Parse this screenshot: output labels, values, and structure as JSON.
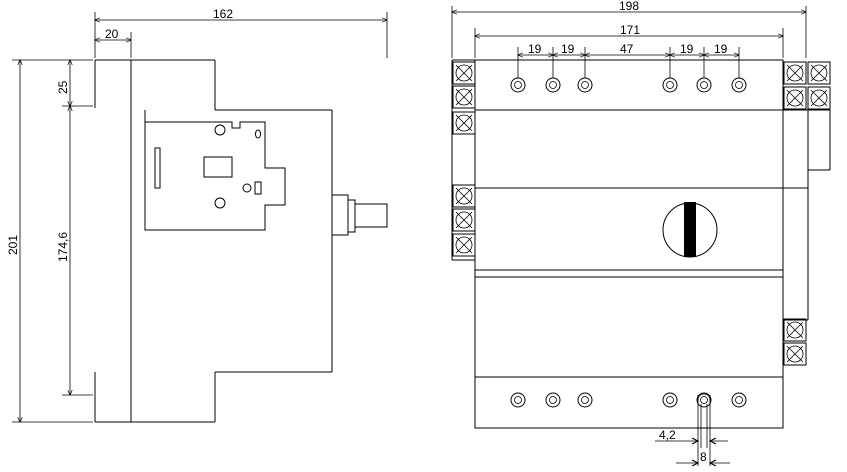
{
  "side_view": {
    "dims": {
      "overall_width": "162",
      "step_width": "20",
      "overall_height": "201",
      "inner_height": "174,6",
      "top_offset": "25"
    }
  },
  "front_view": {
    "dims": {
      "overall_width": "198",
      "inner_width": "171",
      "pitch_1": "19",
      "pitch_2": "19",
      "pitch_center": "47",
      "pitch_3": "19",
      "pitch_4": "19",
      "slot_width": "4,2",
      "hole_dia": "8"
    }
  }
}
